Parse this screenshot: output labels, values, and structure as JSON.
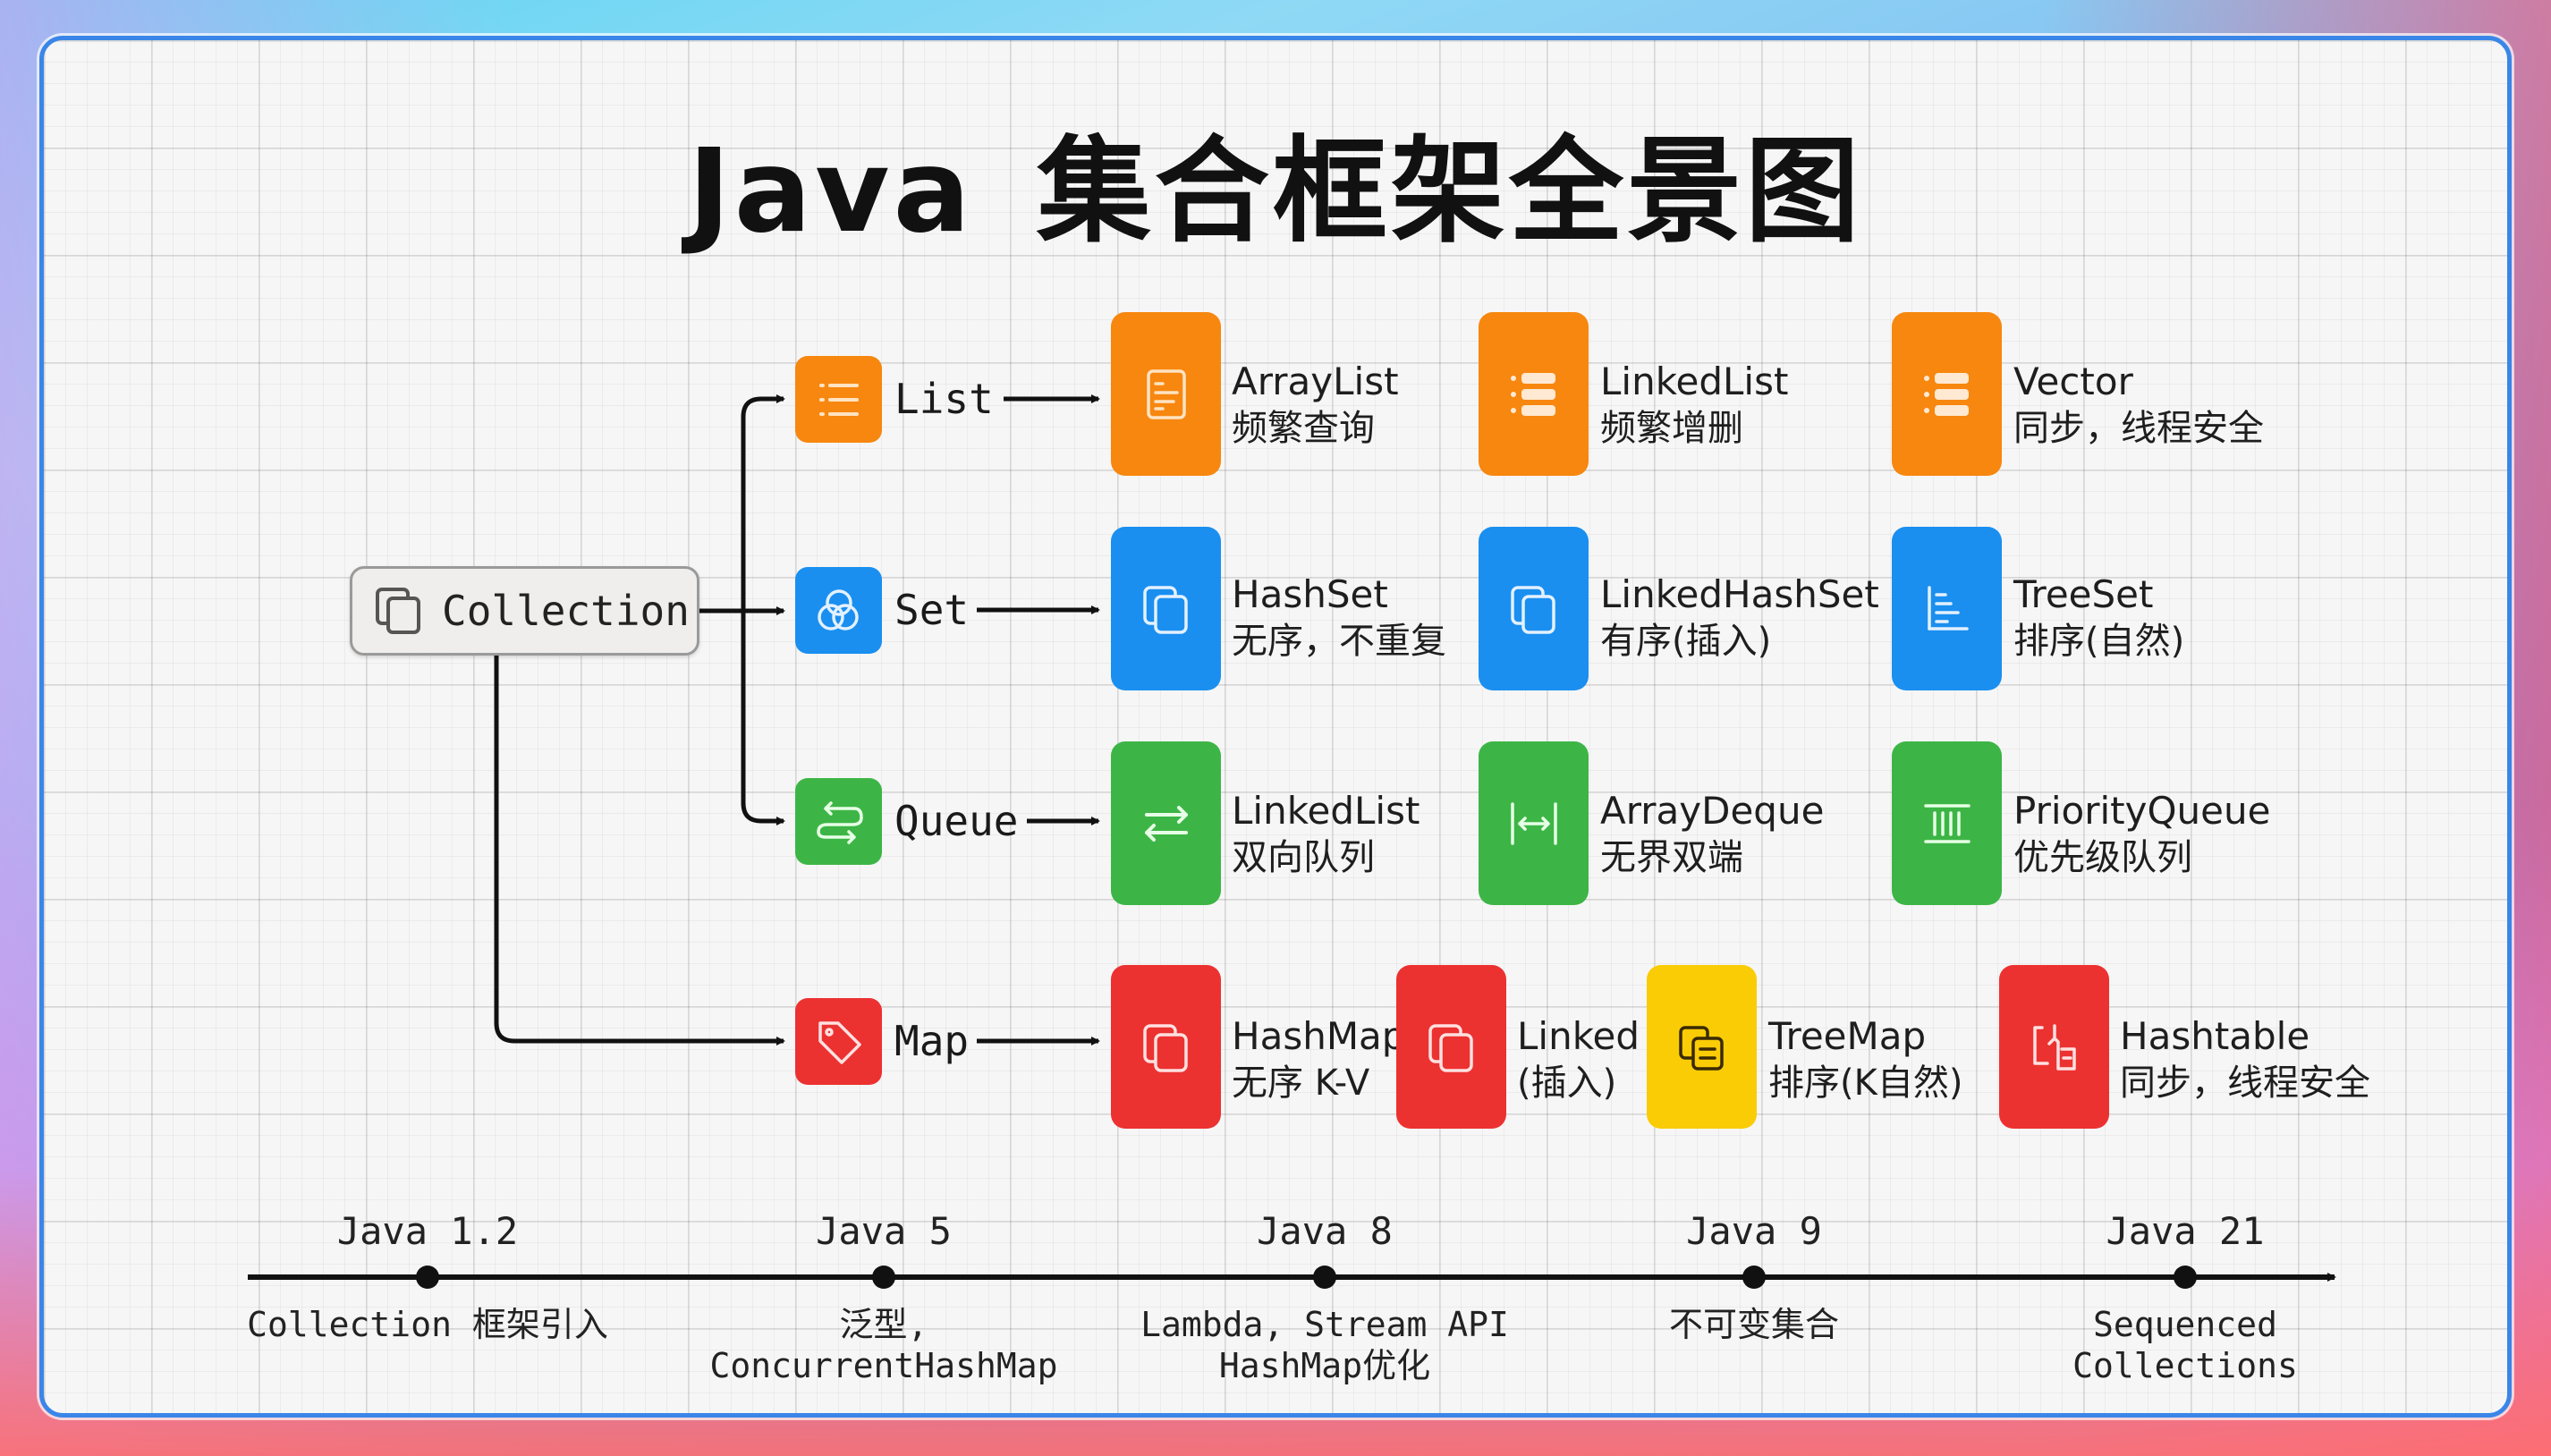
{
  "title": {
    "latin": "Java",
    "cjk": "集合框架全景图"
  },
  "root": {
    "label": "Collection",
    "icon": "copy-icon"
  },
  "categories": [
    {
      "label": "List",
      "icon": "list-icon",
      "color": "#f7870f"
    },
    {
      "label": "Set",
      "icon": "venn-circles-icon",
      "color": "#1a8ff0"
    },
    {
      "label": "Queue",
      "icon": "loop-arrows-icon",
      "color": "#3db546"
    },
    {
      "label": "Map",
      "icon": "tag-icon",
      "color": "#ec3131"
    }
  ],
  "implementations": {
    "list": [
      {
        "name": "ArrayList",
        "desc": "频繁查询",
        "icon": "document-icon",
        "color": "#f7870f"
      },
      {
        "name": "LinkedList",
        "desc": "频繁增删",
        "icon": "linked-rows-icon",
        "color": "#f7870f"
      },
      {
        "name": "Vector",
        "desc": "同步，线程安全",
        "icon": "linked-rows-icon",
        "color": "#f7870f"
      }
    ],
    "set": [
      {
        "name": "HashSet",
        "desc": "无序，不重复",
        "icon": "copy-icon",
        "color": "#1a8ff0"
      },
      {
        "name": "LinkedHashSet",
        "desc": "有序(插入)",
        "icon": "copy-icon",
        "color": "#1a8ff0"
      },
      {
        "name": "TreeSet",
        "desc": "排序(自然)",
        "icon": "sorted-bars-icon",
        "color": "#1a8ff0"
      }
    ],
    "queue": [
      {
        "name": "LinkedList",
        "desc": "双向队列",
        "icon": "swap-arrows-icon",
        "color": "#3db546"
      },
      {
        "name": "ArrayDeque",
        "desc": "无界双端",
        "icon": "bounded-arrow-icon",
        "color": "#3db546"
      },
      {
        "name": "PriorityQueue",
        "desc": "优先级队列",
        "icon": "columns-icon",
        "color": "#3db546"
      }
    ],
    "map": [
      {
        "name": "HashMap",
        "desc": "无序 K-V",
        "icon": "copy-icon",
        "color": "#ec3131"
      },
      {
        "name": "Linked",
        "desc": "(插入)",
        "icon": "copy-icon",
        "color": "#ec3131"
      },
      {
        "name": "TreeMap",
        "desc": "排序(K自然)",
        "icon": "stacked-cards-icon",
        "color": "#f9cc05"
      },
      {
        "name": "Hashtable",
        "desc": "同步，线程安全",
        "icon": "lock-split-icon",
        "color": "#ec3131"
      }
    ]
  },
  "timeline": [
    {
      "version": "Java 1.2",
      "desc": [
        "Collection 框架引入"
      ]
    },
    {
      "version": "Java 5",
      "desc": [
        "泛型,",
        "ConcurrentHashMap"
      ]
    },
    {
      "version": "Java 8",
      "desc": [
        "Lambda, Stream API",
        "HashMap优化"
      ]
    },
    {
      "version": "Java 9",
      "desc": [
        "不可变集合"
      ]
    },
    {
      "version": "Java 21",
      "desc": [
        "Sequenced",
        "Collections"
      ]
    }
  ]
}
